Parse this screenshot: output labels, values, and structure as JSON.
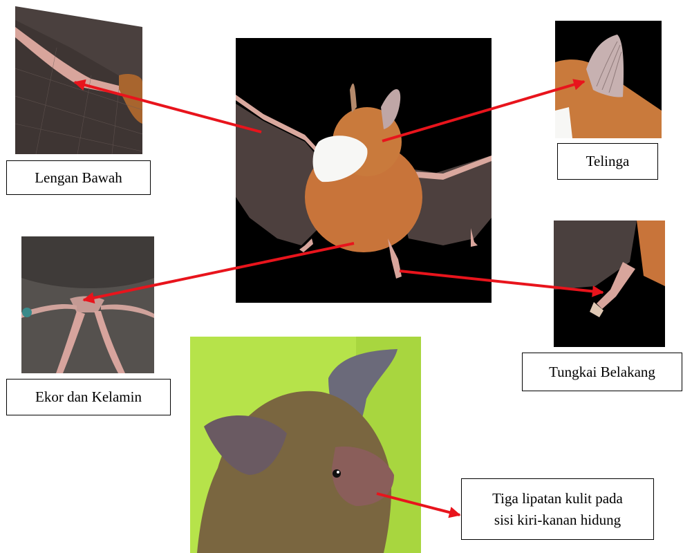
{
  "labels": {
    "forearm": "Lengan Bawah",
    "ear": "Telinga",
    "tail_genital": "Ekor dan Kelamin",
    "hind_leg": "Tungkai Belakang",
    "nose_folds_line1": "Tiga lipatan kulit pada",
    "nose_folds_line2": "sisi kiri-kanan hidung"
  },
  "colors": {
    "arrow": "#e8141c",
    "photo_background": "#000000",
    "fur": "#c8743a",
    "wing_membrane": "#5a4a48",
    "portrait_background": "#b6e34a"
  }
}
